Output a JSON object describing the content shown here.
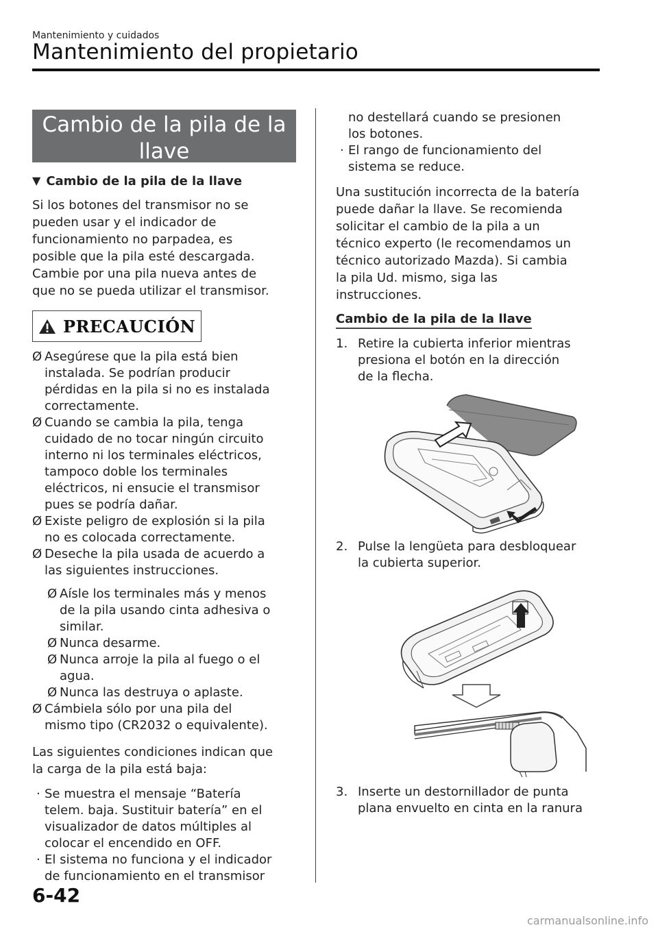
{
  "header": {
    "breadcrumb": "Mantenimiento y cuidados",
    "title": "Mantenimiento del propietario"
  },
  "left": {
    "section_title_line1": "Cambio de la pila de la",
    "section_title_line2": "llave",
    "subheading": "Cambio de la pila de la llave",
    "subheading_marker": "▼",
    "intro": [
      "Si los botones del transmisor no se",
      "pueden usar y el indicador de",
      "funcionamiento no parpadea, es",
      "posible que la pila esté descargada.",
      "Cambie por una pila nueva antes de",
      "que no se pueda utilizar el transmisor."
    ],
    "caution_label": "PRECAUCIÓN",
    "caution_items": [
      [
        "Asegúrese que la pila está bien",
        "instalada. Se podrían producir",
        "pérdidas en la pila si no es instalada",
        "correctamente."
      ],
      [
        "Cuando se cambia la pila, tenga",
        "cuidado de no tocar ningún circuito",
        "interno ni los terminales eléctricos,",
        "tampoco doble los terminales",
        "eléctricos, ni ensucie el transmisor",
        "pues se podría dañar."
      ],
      [
        "Existe peligro de explosión si la pila",
        "no es colocada correctamente."
      ],
      [
        "Deseche la pila usada de acuerdo a",
        "las siguientes instrucciones."
      ]
    ],
    "sub_items": [
      [
        "Aísle los terminales más y menos",
        "de la pila usando cinta adhesiva o",
        "similar."
      ],
      [
        "Nunca desarme."
      ],
      [
        "Nunca arroje la pila al fuego o el",
        "agua."
      ],
      [
        "Nunca las destruya o aplaste."
      ]
    ],
    "last_caution_item": [
      "Cámbiela sólo por una pila del",
      "mismo tipo (CR2032 o equivalente)."
    ],
    "conditions_intro": [
      "Las siguientes condiciones indican que",
      "la carga de la pila está baja:"
    ],
    "conditions": [
      [
        "Se muestra el mensaje “Batería",
        "telem. baja. Sustituir batería” en el",
        "visualizador de datos múltiples al",
        "colocar el encendido en OFF."
      ],
      [
        "El sistema no funciona y el indicador",
        "de funcionamiento en el transmisor"
      ]
    ]
  },
  "right": {
    "continued_lines": [
      "no destellará cuando se presionen",
      "los botones."
    ],
    "condition3": [
      "El rango de funcionamiento del",
      "sistema se reduce."
    ],
    "warning_paragraph": [
      "Una sustitución incorrecta de la batería",
      "puede dañar la llave. Se recomienda",
      "solicitar el cambio de la pila a un",
      "técnico experto (le recomendamos un",
      "técnico autorizado Mazda). Si cambia",
      "la pila Ud. mismo, siga las",
      "instrucciones."
    ],
    "procedure_heading": "Cambio de la pila de la llave",
    "steps": [
      {
        "num": "1.",
        "lines": [
          "Retire la cubierta inferior mientras",
          "presiona el botón en la dirección",
          "de la flecha."
        ]
      },
      {
        "num": "2.",
        "lines": [
          "Pulse la lengüeta para desbloquear",
          "la cubierta superior."
        ]
      },
      {
        "num": "3.",
        "lines": [
          "Inserte un destornillador de punta",
          "plana envuelto en cinta en la ranura"
        ]
      }
    ]
  },
  "bullets": {
    "arrow": "Ø",
    "dot": "·"
  },
  "footer": {
    "page_number": "6-42",
    "watermark": "carmanualsonline.info"
  },
  "colors": {
    "section_box": "#6d6e70"
  }
}
